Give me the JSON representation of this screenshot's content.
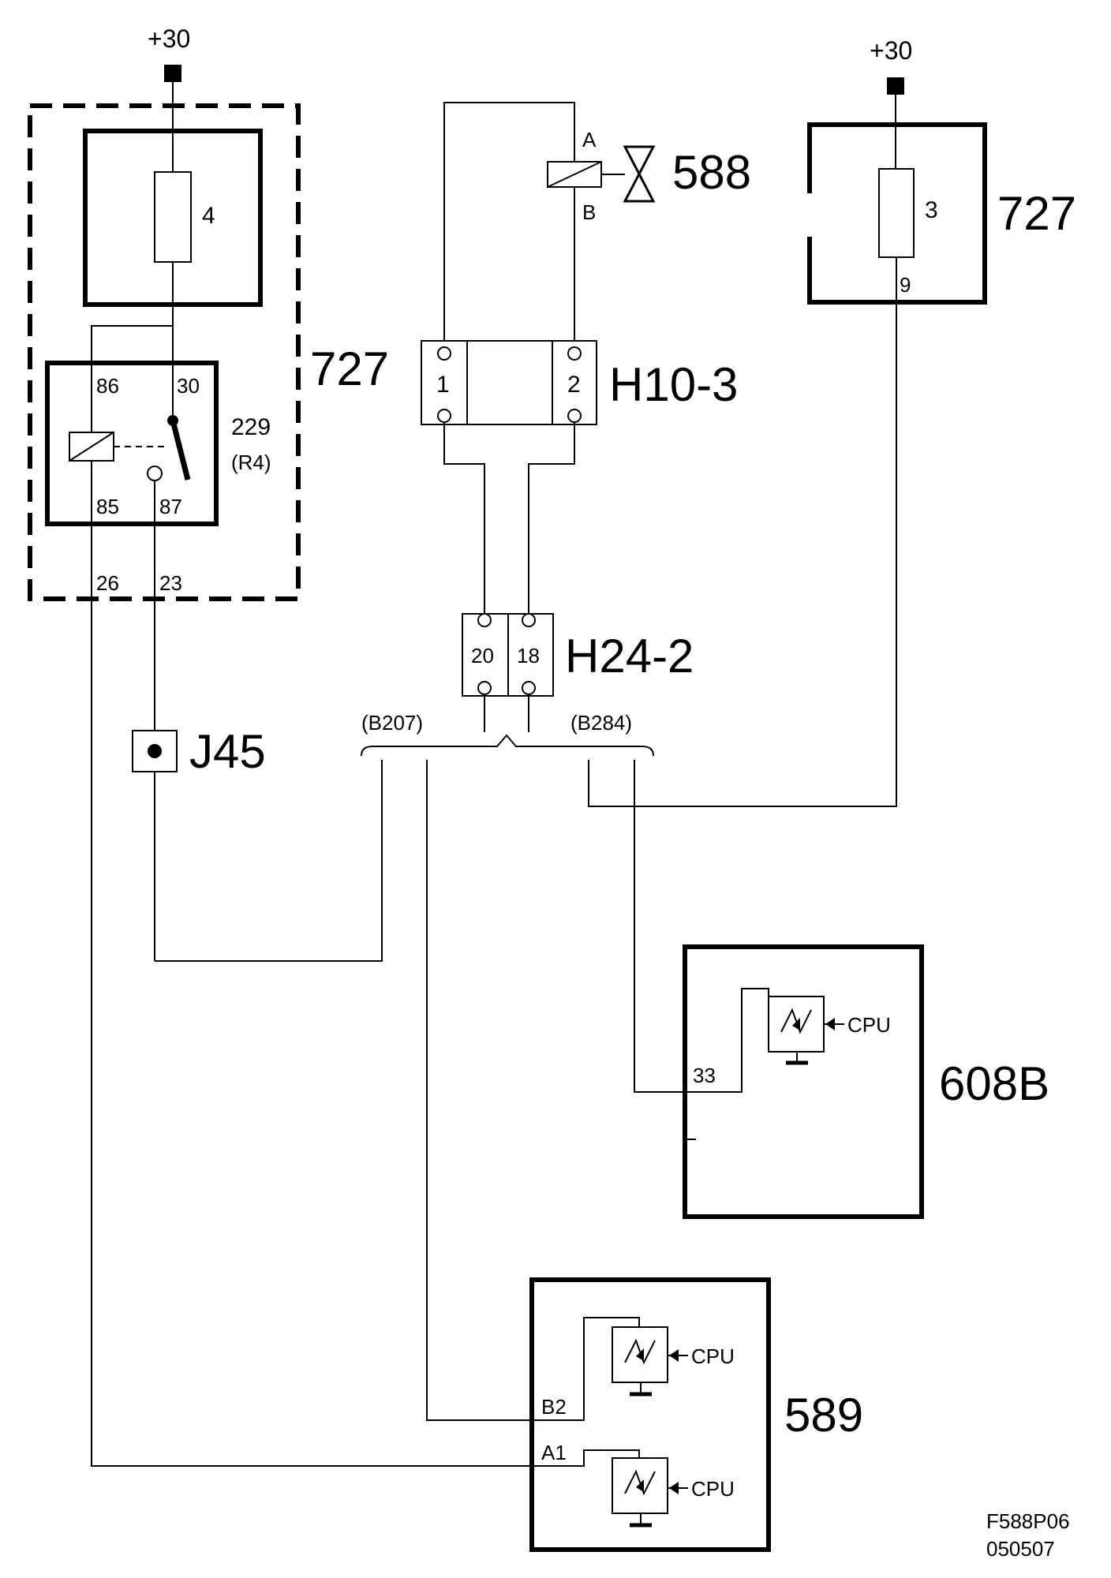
{
  "labels": {
    "supply_left": "+30",
    "supply_right": "+30",
    "unit_727_left": "727",
    "unit_727_right": "727",
    "fuse_4": "4",
    "fuse_3": "3",
    "pin_9": "9",
    "relay_pin_86": "86",
    "relay_pin_30": "30",
    "relay_pin_85": "85",
    "relay_pin_87": "87",
    "relay_id": "229",
    "relay_ref": "(R4)",
    "pin_26": "26",
    "pin_23": "23",
    "valve_pin_a": "A",
    "valve_pin_b": "B",
    "valve_588": "588",
    "connector_h10_3": "H10-3",
    "h10_pin_1": "1",
    "h10_pin_2": "2",
    "connector_h24_2": "H24-2",
    "h24_pin_20": "20",
    "h24_pin_18": "18",
    "harness_b207": "(B207)",
    "harness_b284": "(B284)",
    "splice_j45": "J45",
    "unit_608b": "608B",
    "pin_33": "33",
    "cpu_608b": "CPU",
    "unit_589": "589",
    "pin_b2": "B2",
    "pin_a1": "A1",
    "cpu_589_upper": "CPU",
    "cpu_589_lower": "CPU",
    "drawing_no": "F588P06",
    "drawing_date": "050507"
  }
}
